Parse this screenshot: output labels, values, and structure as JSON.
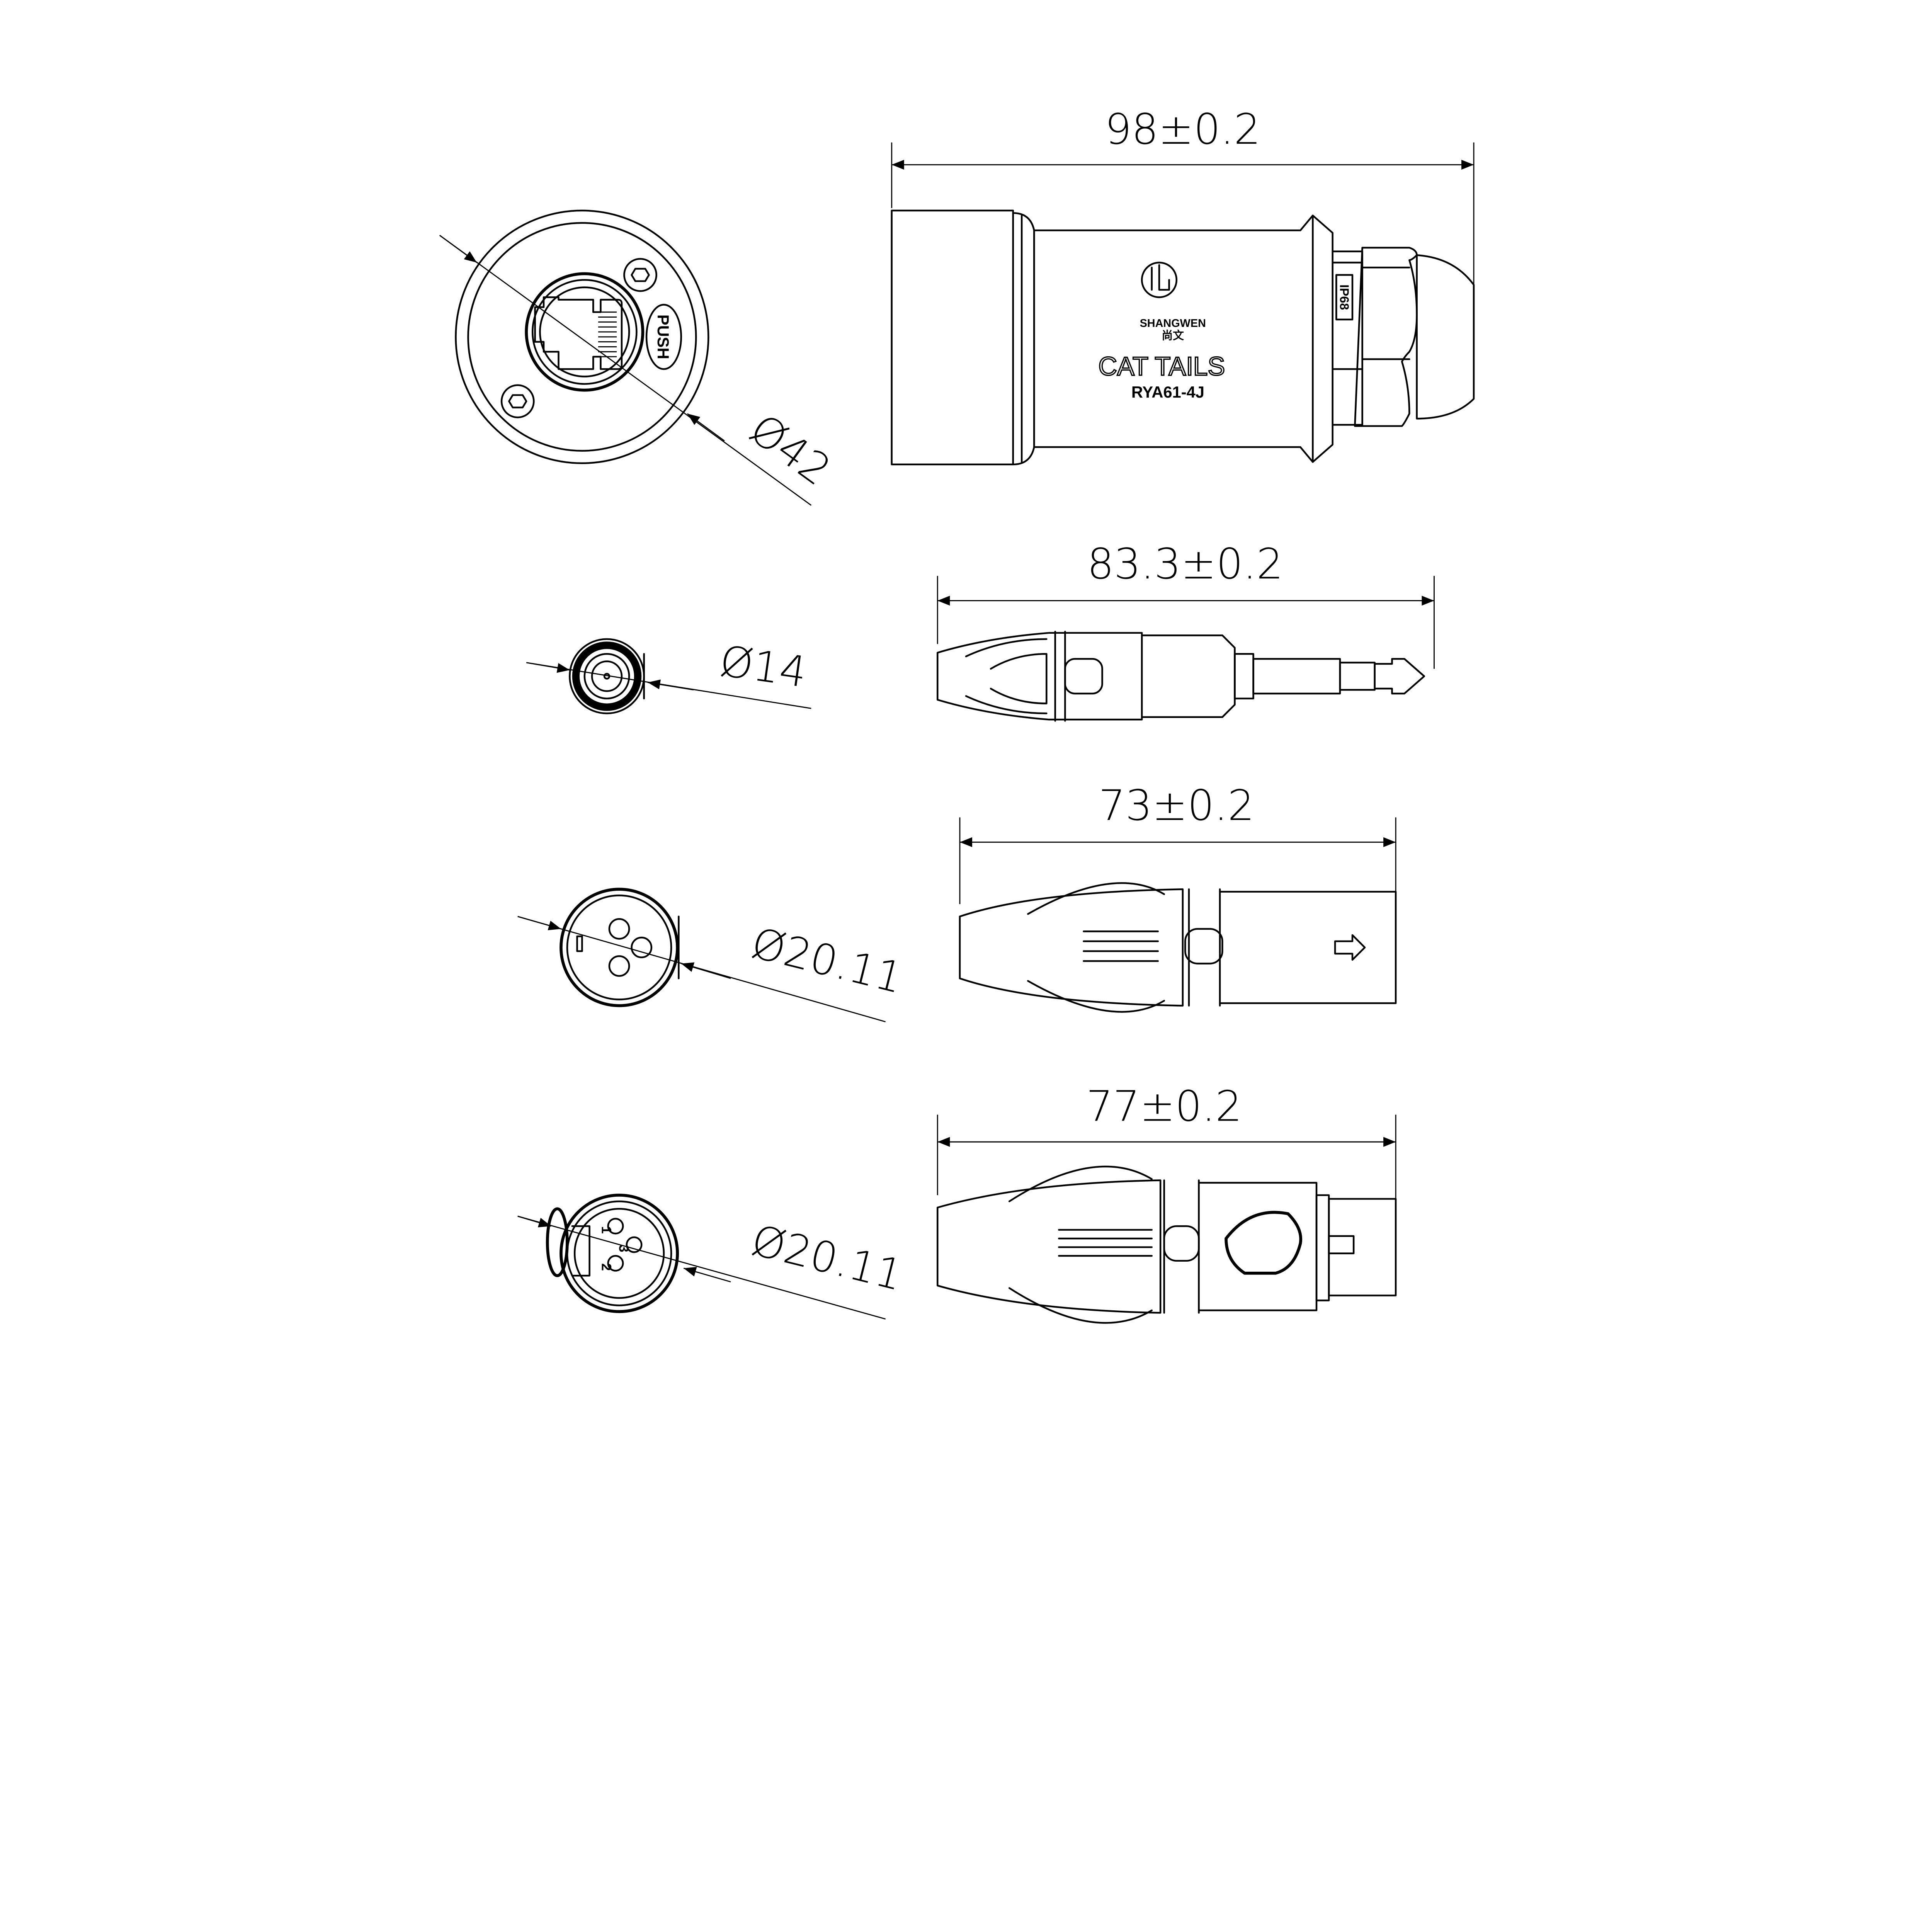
{
  "views": [
    {
      "name": "rj45-adapter",
      "length_label": "98±0.2",
      "diameter_label": "Ø42",
      "brand": {
        "logo": "SHANGWEN 尚文 logo",
        "brand_en": "SHANGWEN",
        "brand_cn": "尚文",
        "product": "CAT TAILS",
        "model": "RYA61-4J",
        "rating": "IP68"
      },
      "push_label": "PUSH"
    },
    {
      "name": "trs-jack-adapter",
      "length_label": "83.3±0.2",
      "diameter_label": "Ø14"
    },
    {
      "name": "xlr-male-adapter",
      "length_label": "73±0.2",
      "diameter_label": "Ø20.11"
    },
    {
      "name": "xlr-female-adapter",
      "length_label": "77±0.2",
      "diameter_label": "Ø20.11",
      "pins": [
        "1",
        "2",
        "3"
      ]
    }
  ],
  "colors": {
    "line": "#000000",
    "background": "#ffffff"
  }
}
